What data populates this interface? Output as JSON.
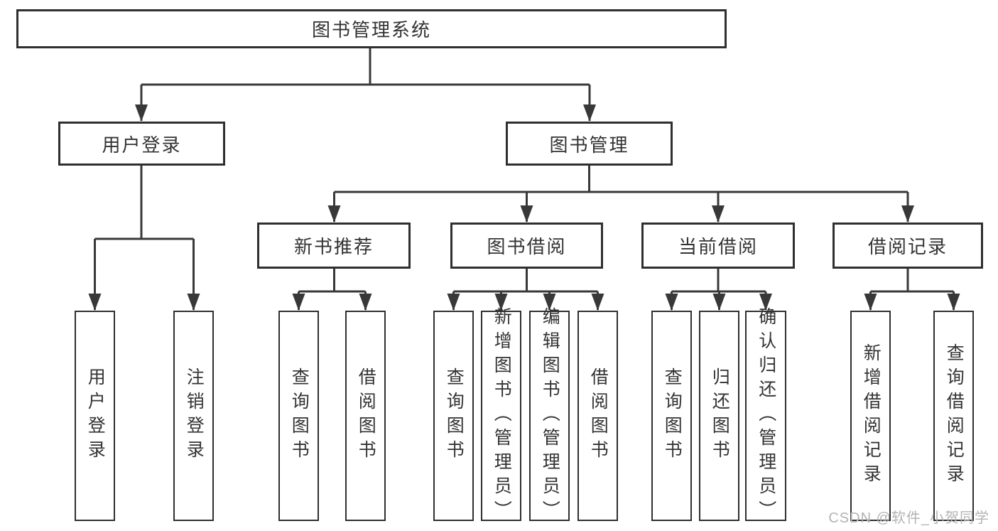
{
  "diagram": {
    "root": "图书管理系统",
    "branches": [
      {
        "label": "用户登录",
        "children": [
          "用户登录",
          "注销登录"
        ]
      },
      {
        "label": "图书管理",
        "children": [
          {
            "label": "新书推荐",
            "children": [
              "查询图书",
              "借阅图书"
            ]
          },
          {
            "label": "图书借阅",
            "children": [
              "查询图书",
              "新增图书（管理员）",
              "编辑图书（管理员）",
              "借阅图书"
            ]
          },
          {
            "label": "当前借阅",
            "children": [
              "查询图书",
              "归还图书",
              "确认归还（管理员）"
            ]
          },
          {
            "label": "借阅记录",
            "children": [
              "新增借阅记录",
              "查询借阅记录"
            ]
          }
        ]
      }
    ]
  },
  "watermark": {
    "text": "CSDN @软件_小贺同学"
  },
  "colors": {
    "background": "#ffffff",
    "box_border": "#2f2f2f",
    "line": "#383838",
    "text": "#333333",
    "watermark": "#b3b3b3"
  }
}
